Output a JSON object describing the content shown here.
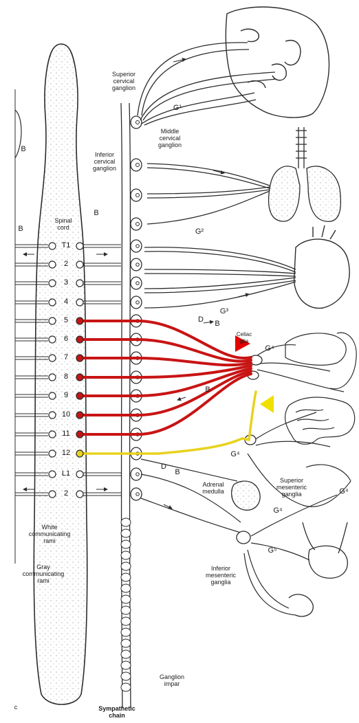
{
  "labels": {
    "superior_cervical": "Superior\ncervical\nganglion",
    "middle_cervical": "Middle\ncervical\nganglion",
    "inferior_cervical": "Inferior\ncervical\nganglion",
    "spinal_cord": "Spinal\ncord",
    "celiac": "Celiac\nglia",
    "adrenal": "Adrenal\nmedulla",
    "superior_mesenteric": "Superior\nmesenteric\nganglia",
    "inferior_mesenteric": "Inferior\nmesenteric\nganglia",
    "white_rami": "White\ncommunicating\nrami",
    "gray_rami": "Gray\ncommunicating\nrami",
    "ganglion_impar": "Ganglion\nimpar",
    "sympathetic_chain": "Sympathetic\nchain",
    "figure_letter": "c"
  },
  "markers": {
    "B": "B",
    "D": "D",
    "G1": "G¹",
    "G2": "G²",
    "G3": "G³",
    "G4": "G⁴",
    "G5": "G⁵"
  },
  "segments": [
    "T1",
    "2",
    "3",
    "4",
    "5",
    "6",
    "7",
    "8",
    "9",
    "10",
    "11",
    "12",
    "L1",
    "2"
  ],
  "colors": {
    "ink": "#2b2b2b",
    "red_pathway": "#c81414",
    "yellow_pathway": "#e8d21e",
    "red_arrow": "#e60000",
    "yellow_arrow": "#f0e000"
  },
  "highlighted": {
    "red_segments": [
      "5",
      "6",
      "7",
      "8",
      "9",
      "10",
      "11"
    ],
    "yellow_segments": [
      "12"
    ]
  }
}
